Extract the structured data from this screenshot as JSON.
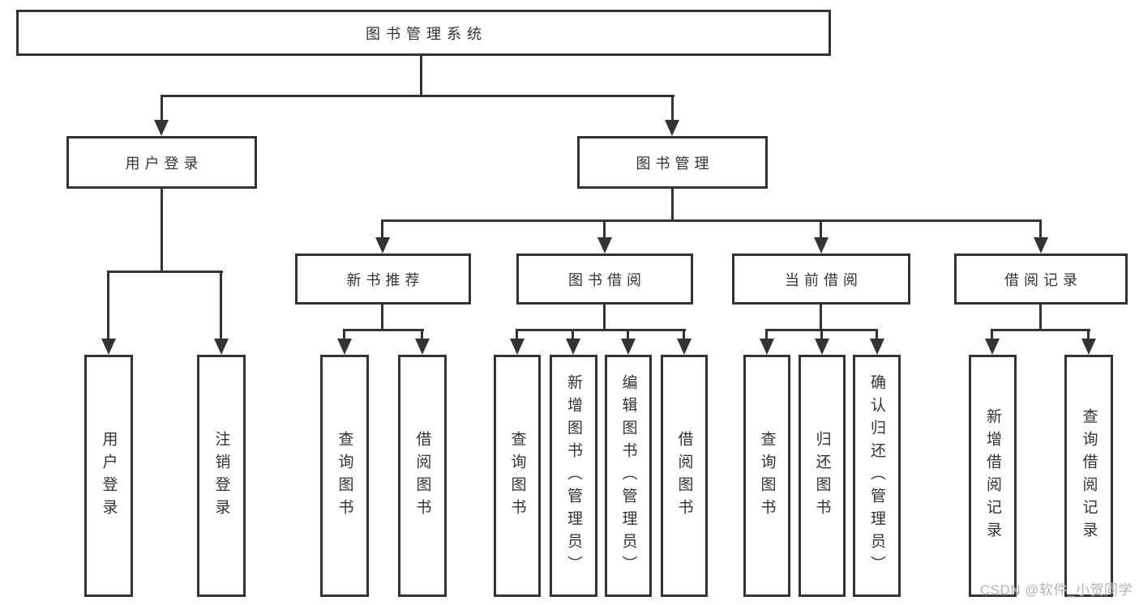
{
  "diagram": {
    "root": {
      "label": "图书管理系统"
    },
    "level2": {
      "user_login": {
        "label": "用户登录"
      },
      "book_mgmt": {
        "label": "图书管理"
      }
    },
    "level3": {
      "new_book_rec": {
        "label": "新书推荐"
      },
      "book_borrow": {
        "label": "图书借阅"
      },
      "current_borrow": {
        "label": "当前借阅"
      },
      "borrow_records": {
        "label": "借阅记录"
      }
    },
    "leaves": {
      "user_login": [
        "用户登录",
        "注销登录"
      ],
      "new_book_rec": [
        "查询图书",
        "借阅图书"
      ],
      "book_borrow": [
        "查询图书",
        "新增图书（管理员）",
        "编辑图书（管理员）",
        "借阅图书"
      ],
      "current_borrow": [
        "查询图书",
        "归还图书",
        "确认归还（管理员）"
      ],
      "borrow_records": [
        "新增借阅记录",
        "查询借阅记录"
      ]
    }
  },
  "watermark": {
    "text": "CSDN @软件_小贺同学"
  },
  "colors": {
    "line": "#333333",
    "text": "#333333",
    "watermark": "#b2b2b2",
    "background": "#ffffff"
  }
}
